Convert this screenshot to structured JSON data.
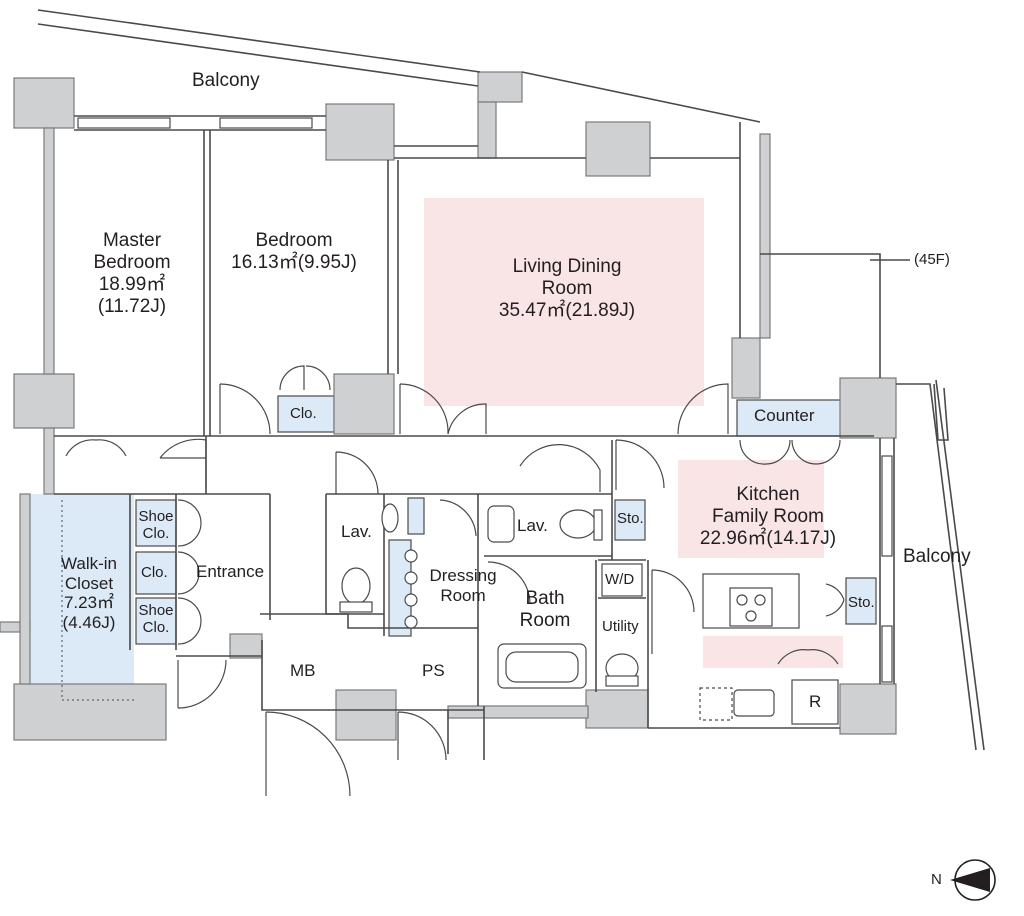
{
  "plan": {
    "colors": {
      "wall": "#cfd0d2",
      "wall_stroke": "#7a7b7d",
      "line": "#4a4a4a",
      "highlight_pink": "#f9e4e6",
      "storage_blue": "#dce9f6"
    },
    "rooms": {
      "balcony_top": "Balcony",
      "master_bedroom": [
        "Master",
        "Bedroom",
        "18.99㎡",
        "(11.72J)"
      ],
      "bedroom": [
        "Bedroom",
        "16.13㎡(9.95J)"
      ],
      "living_dining": [
        "Living Dining",
        "Room",
        "35.47㎡(21.89J)"
      ],
      "floor_note": "(45F)",
      "counter": "Counter",
      "closet_bedroom": "Clo.",
      "kitchen_family": [
        "Kitchen",
        "Family Room",
        "22.96㎡(14.17J)"
      ],
      "balcony_right": "Balcony",
      "walk_in_closet": [
        "Walk-in",
        "Closet",
        "7.23㎡",
        "(4.46J)"
      ],
      "shoe_closet_1": [
        "Shoe",
        "Clo."
      ],
      "closet_entrance": "Clo.",
      "shoe_closet_2": [
        "Shoe",
        "Clo."
      ],
      "entrance": "Entrance",
      "lavatory_1": "Lav.",
      "lavatory_2": "Lav.",
      "storage_1": "Sto.",
      "storage_2": "Sto.",
      "dressing_room": [
        "Dressing",
        "Room"
      ],
      "bath_room": [
        "Bath",
        "Room"
      ],
      "wd": "W/D",
      "utility": "Utility",
      "mb": "MB",
      "ps": "PS",
      "refrigerator": "R"
    },
    "compass_letter": "N"
  }
}
